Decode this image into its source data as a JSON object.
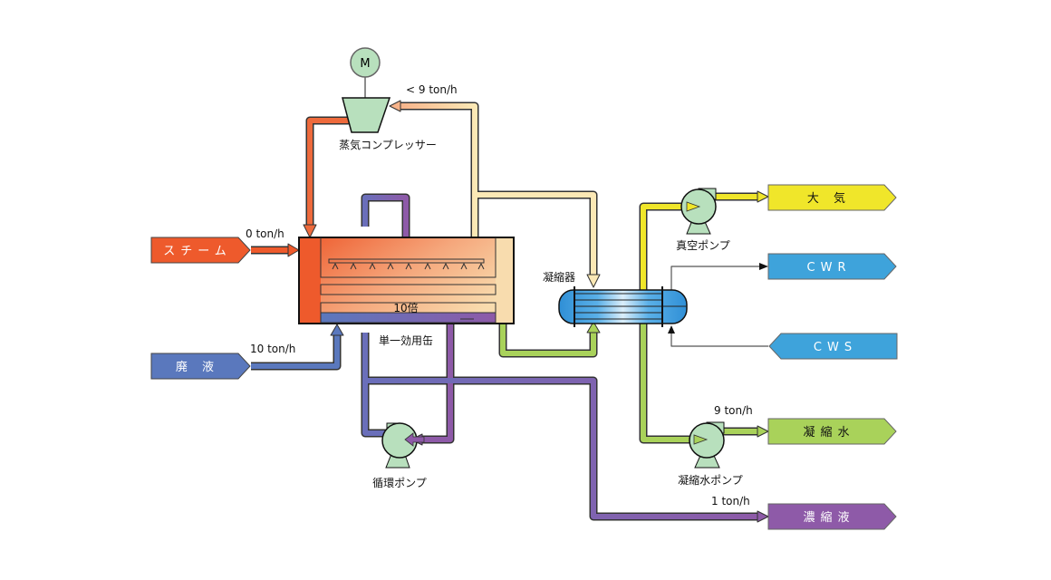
{
  "compressor": {
    "motor": "M",
    "label": "蒸気コンプレッサー",
    "flow": "< 9 ton/h"
  },
  "evaporator": {
    "label": "単一効用缶",
    "ratio": "10倍"
  },
  "condenser": {
    "label": "凝縮器"
  },
  "inputs": {
    "steam": {
      "label": "スチーム",
      "flow": "0 ton/h",
      "color": "#ee5a2c"
    },
    "waste": {
      "label": "廃 液",
      "flow": "10 ton/h",
      "color": "#5a78bd"
    }
  },
  "outputs": {
    "atmosphere": {
      "label": "大 気",
      "color": "#f0e62a"
    },
    "cwr": {
      "label": "CWR",
      "color": "#3ea3db"
    },
    "cws": {
      "label": "CWS",
      "color": "#3ea3db"
    },
    "condensate": {
      "label": "凝縮水",
      "flow": "9 ton/h",
      "color": "#a9d25a"
    },
    "concentrate": {
      "label": "濃縮液",
      "flow": "1 ton/h",
      "color": "#8e5aa8"
    }
  },
  "pumps": {
    "vacuum": "真空ポンプ",
    "condensate": "凝縮水ポンプ",
    "circulation": "循環ポンプ"
  }
}
